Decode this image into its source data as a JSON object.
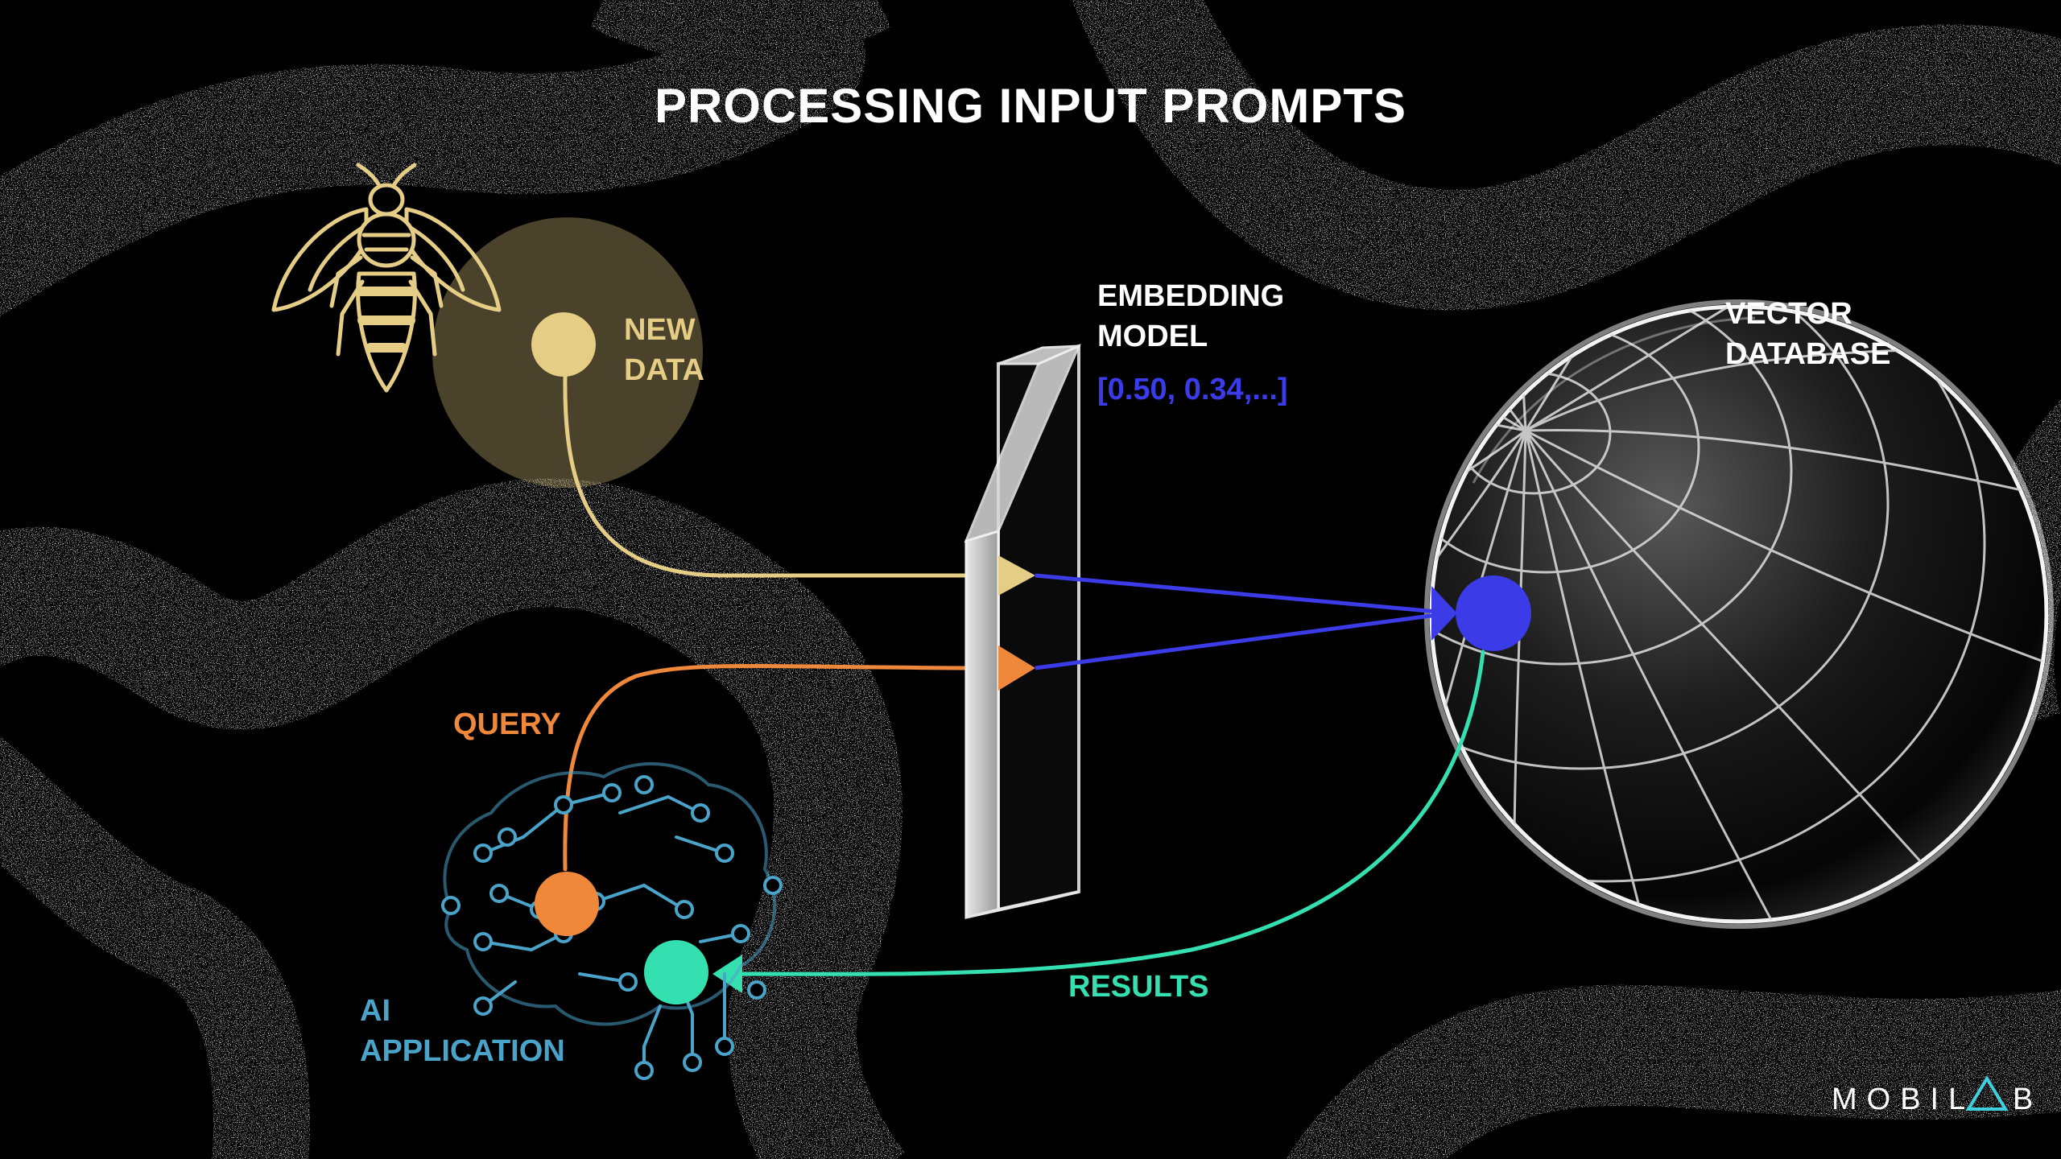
{
  "title": "PROCESSING INPUT PROMPTS",
  "labels": {
    "new_data_line1": "NEW",
    "new_data_line2": "DATA",
    "embedding_line1": "EMBEDDING",
    "embedding_line2": "MODEL",
    "vector_sample": "[0.50, 0.34,...]",
    "vector_db_line1": "VECTOR",
    "vector_db_line2": "DATABASE",
    "query": "QUERY",
    "results": "RESULTS",
    "ai_app_line1": "AI",
    "ai_app_line2": "APPLICATION"
  },
  "brand": {
    "prefix": "MOBIL",
    "suffix": "B"
  },
  "icons": {
    "data_source": "bee-icon",
    "model": "glass-panel-icon",
    "database": "wireframe-sphere-icon",
    "application": "circuit-brain-icon"
  },
  "colors": {
    "background": "#000000",
    "new_data": "#e6cd86",
    "query": "#f0883c",
    "results": "#35e0b0",
    "embedding_vector": "#3b3be8",
    "ai_app": "#4aa3c8",
    "text": "#ffffff"
  }
}
